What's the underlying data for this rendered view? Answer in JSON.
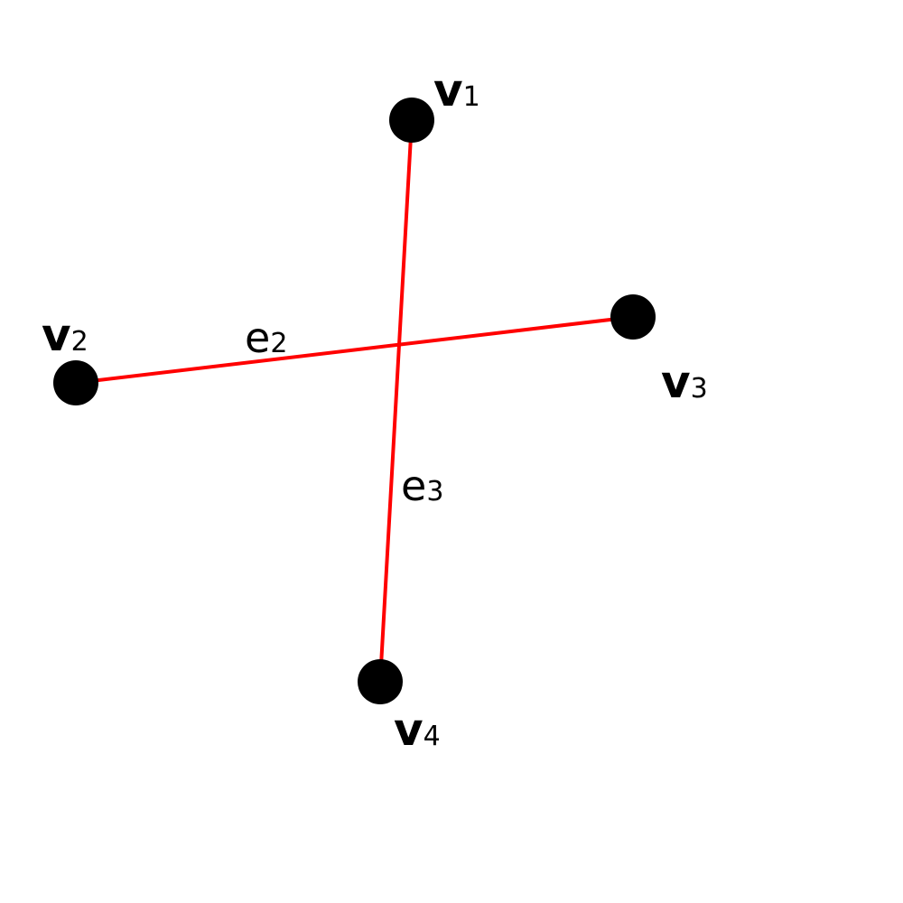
{
  "graph": {
    "colors": {
      "vertex": "#000000",
      "edge": "#ff0000",
      "label": "#000000"
    },
    "vertices": [
      {
        "id": "v1",
        "label": "v",
        "sub": "1"
      },
      {
        "id": "v2",
        "label": "v",
        "sub": "2"
      },
      {
        "id": "v3",
        "label": "v",
        "sub": "3"
      },
      {
        "id": "v4",
        "label": "v",
        "sub": "4"
      }
    ],
    "edges": [
      {
        "id": "e2",
        "from": "v2",
        "to": "v3",
        "label": "e",
        "sub": "2"
      },
      {
        "id": "e3",
        "from": "v1",
        "to": "v4",
        "label": "e",
        "sub": "3"
      }
    ]
  }
}
